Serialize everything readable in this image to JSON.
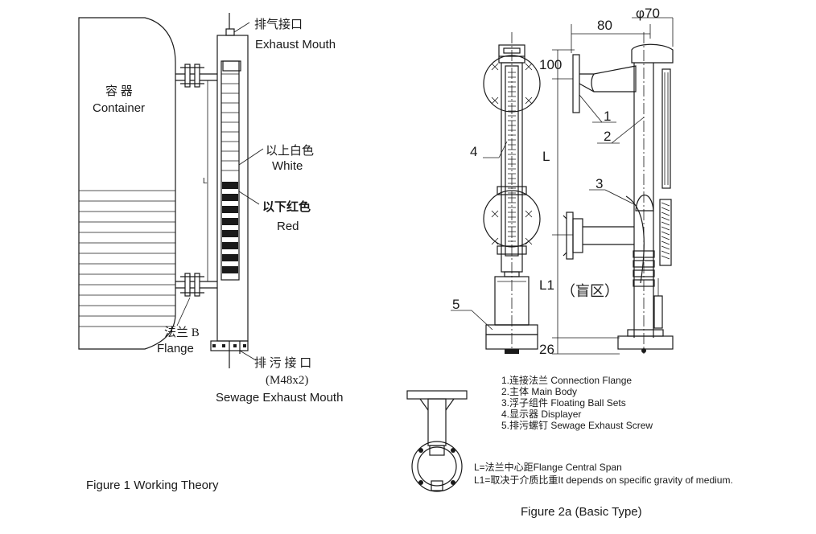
{
  "figure1": {
    "exhaust_cn": "排气接口",
    "exhaust_en": "Exhaust Mouth",
    "container_cn": "容 器",
    "container_en": "Container",
    "white_cn": "以上白色",
    "white_en": "White",
    "red_cn": "以下红色",
    "red_en": "Red",
    "flange_cn": "法兰 B",
    "flange_en": "Flange",
    "sewage_cn": "排 污 接 口",
    "sewage_size": "(M48x2)",
    "sewage_en": "Sewage Exhaust Mouth",
    "dim_L": "L",
    "caption": "Figure 1 Working Theory"
  },
  "figure2": {
    "dim_80": "80",
    "dim_phi70": "φ70",
    "dim_100": "100",
    "dim_L": "L",
    "dim_L1": "L1",
    "blind_zone": "（盲区）",
    "dim_26": "26",
    "callouts": [
      "1",
      "2",
      "3",
      "4",
      "5"
    ],
    "legend": [
      "1.连接法兰 Connection Flange",
      "2.主体 Main Body",
      "3.浮子组件 Floating Ball Sets",
      "4.显示器 Displayer",
      "5.排污螺钉 Sewage Exhaust Screw"
    ],
    "notes": [
      "L=法兰中心距Flange Central Span",
      "L1=取决于介质比重It depends on specific gravity of medium."
    ],
    "caption": "Figure 2a (Basic Type)"
  }
}
